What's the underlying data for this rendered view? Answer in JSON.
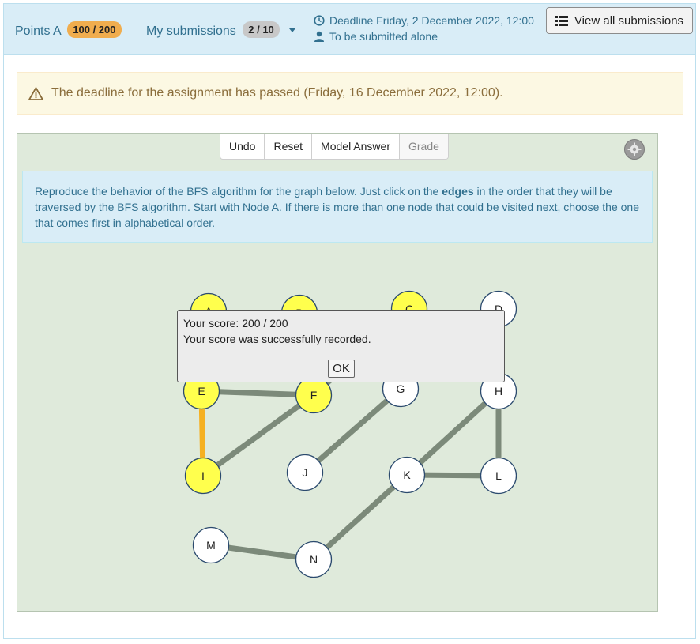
{
  "header": {
    "points_label": "Points A",
    "points_badge": "100 / 200",
    "submissions_label": "My submissions",
    "submissions_badge": "2 / 10",
    "deadline": "Deadline Friday, 2 December 2022, 12:00",
    "submit_mode": "To be submitted alone",
    "view_all_label": "View all submissions"
  },
  "alert": {
    "text": "The deadline for the assignment has passed (Friday, 16 December 2022, 12:00)."
  },
  "exercise": {
    "buttons": {
      "undo": "Undo",
      "reset": "Reset",
      "model_answer": "Model Answer",
      "grade": "Grade"
    },
    "instructions": {
      "part1": "Reproduce the behavior of the BFS algorithm for the graph below. Just click on the ",
      "bold": "edges",
      "part2": " in the order that they will be traversed by the BFS algorithm. Start with Node A. If there is more than one node that could be visited next, choose the one that comes first in alphabetical order."
    },
    "colors": {
      "visited_node": "#ffff4d",
      "unvisited_node": "#ffffff",
      "edge": "#7c8a7a",
      "traversed_edge": "#f5b021",
      "background": "#dfeadb"
    },
    "graph": {
      "nodes": [
        {
          "id": "A",
          "label": "A",
          "visited": true
        },
        {
          "id": "B",
          "label": "B",
          "visited": true
        },
        {
          "id": "C",
          "label": "C",
          "visited": true
        },
        {
          "id": "D",
          "label": "D",
          "visited": false
        },
        {
          "id": "E",
          "label": "E",
          "visited": true
        },
        {
          "id": "F",
          "label": "F",
          "visited": true
        },
        {
          "id": "G",
          "label": "G",
          "visited": false
        },
        {
          "id": "H",
          "label": "H",
          "visited": false
        },
        {
          "id": "I",
          "label": "I",
          "visited": true
        },
        {
          "id": "J",
          "label": "J",
          "visited": false
        },
        {
          "id": "K",
          "label": "K",
          "visited": false
        },
        {
          "id": "L",
          "label": "L",
          "visited": false
        },
        {
          "id": "M",
          "label": "M",
          "visited": false
        },
        {
          "id": "N",
          "label": "N",
          "visited": false
        }
      ],
      "edges": [
        {
          "from": "E",
          "to": "F",
          "traversed": false
        },
        {
          "from": "E",
          "to": "I",
          "traversed": true
        },
        {
          "from": "F",
          "to": "I",
          "traversed": false
        },
        {
          "from": "B",
          "to": "F",
          "traversed": true
        },
        {
          "from": "C",
          "to": "F",
          "traversed": false
        },
        {
          "from": "G",
          "to": "J",
          "traversed": false
        },
        {
          "from": "H",
          "to": "K",
          "traversed": false
        },
        {
          "from": "H",
          "to": "L",
          "traversed": false
        },
        {
          "from": "K",
          "to": "L",
          "traversed": false
        },
        {
          "from": "K",
          "to": "N",
          "traversed": false
        },
        {
          "from": "M",
          "to": "N",
          "traversed": false
        }
      ]
    }
  },
  "dialog": {
    "score_line": "Your score: 200 / 200",
    "recorded_line": "Your score was successfully recorded.",
    "ok_label": "OK"
  }
}
